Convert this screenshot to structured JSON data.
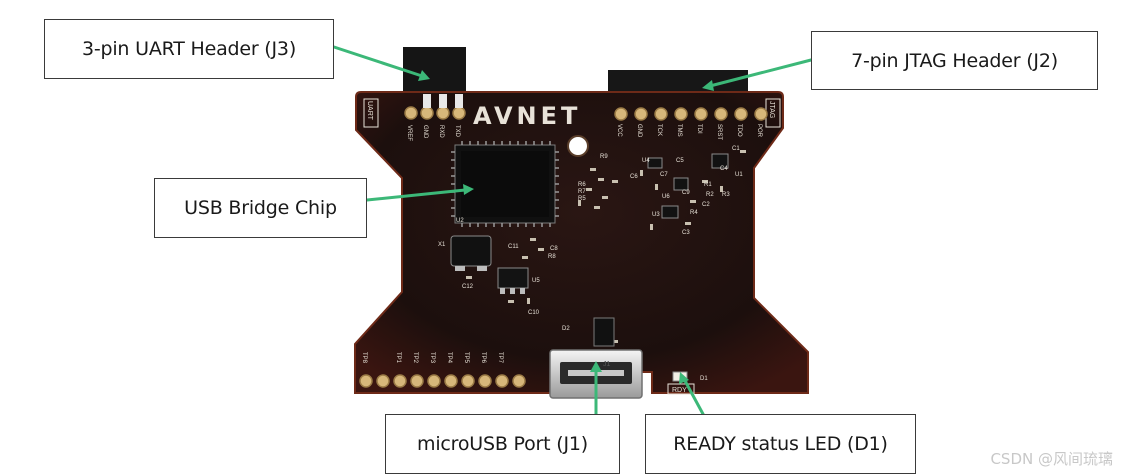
{
  "labels": {
    "uart_header": "3-pin UART Header (J3)",
    "jtag_header": "7-pin JTAG Header (J2)",
    "usb_bridge_chip": "USB Bridge Chip",
    "microusb_port": "microUSB Port (J1)",
    "ready_led": "READY status LED (D1)"
  },
  "board": {
    "brand": "AVNET",
    "uart_silk": "UART",
    "jtag_silk": "JTAG",
    "uart_pins": [
      "VREF",
      "GND",
      "RXD",
      "TXD"
    ],
    "jtag_pins": [
      "VCC",
      "GND",
      "TCK",
      "TMS",
      "TDI",
      "SRST",
      "TDO",
      "POR"
    ],
    "test_points": [
      "TP8",
      "TP1",
      "TP2",
      "TP3",
      "TP4",
      "TP5",
      "TP6",
      "TP7"
    ],
    "components": [
      "U1",
      "U2",
      "U3",
      "U4",
      "U5",
      "U6",
      "X1",
      "C1",
      "C2",
      "C3",
      "C4",
      "C5",
      "C6",
      "C7",
      "C8",
      "C9",
      "C10",
      "C11",
      "C12",
      "R1",
      "R2",
      "R3",
      "R4",
      "R5",
      "R6",
      "R7",
      "R8",
      "R9",
      "D1",
      "D2"
    ],
    "usb_silk": "J1",
    "led_silk": "RDY"
  },
  "colors": {
    "arrow": "#3cb878",
    "pcb": "#1c0f0d",
    "pcb_edge": "#6e2a18",
    "silkscreen": "#e8e2d8",
    "pad_gold": "#d7b77a"
  },
  "watermark": "CSDN @风间琉璃"
}
